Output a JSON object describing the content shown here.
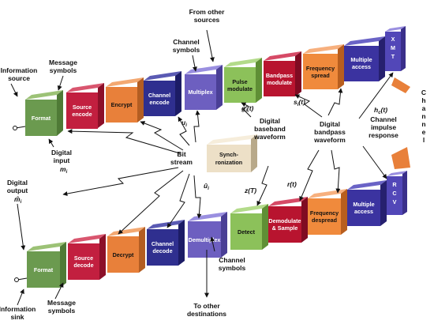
{
  "colors": {
    "green": "#6b9a4f",
    "red": "#c21f3f",
    "orange": "#e8803a",
    "blue": "#2f2f8f",
    "purple": "#6d5fc0",
    "lightgreen": "#8cc15a",
    "crimson": "#b8142f",
    "peach": "#f08a3c",
    "indigo": "#3b33a0",
    "violet": "#5247b8",
    "beige": "#ede0c7",
    "text": "#111111"
  },
  "top_chain": {
    "format": "Format",
    "source_encode": [
      "Source",
      "encode"
    ],
    "encrypt": "Encrypt",
    "channel_encode": [
      "Channel",
      "encode"
    ],
    "multiplex": "Multiplex",
    "pulse_modulate": [
      "Pulse",
      "modulate"
    ],
    "bandpass_modulate": [
      "Bandpass",
      "modulate"
    ],
    "frequency_spread": [
      "Frequency",
      "spread"
    ],
    "multiple_access": [
      "Multiple",
      "access"
    ],
    "xmt": "XMT"
  },
  "bottom_chain": {
    "format": "Format",
    "source_decode": [
      "Source",
      "decode"
    ],
    "decrypt": "Decrypt",
    "channel_decode": [
      "Channel",
      "decode"
    ],
    "demultiplex": "Demultiplex",
    "detect": "Detect",
    "demodulate_sample": [
      "Demodulate",
      "& Sample"
    ],
    "frequency_despread": [
      "Frequency",
      "despread"
    ],
    "multiple_access": [
      "Multiple",
      "access"
    ],
    "rcv": "RCV"
  },
  "center": {
    "synchronization": [
      "Synch-",
      "ronization"
    ],
    "bit_stream": [
      "Bit",
      "stream"
    ]
  },
  "labels": {
    "information_source": [
      "Information",
      "source"
    ],
    "message_symbols_top": [
      "Message",
      "symbols"
    ],
    "from_other_sources": [
      "From other",
      "sources"
    ],
    "channel_symbols_top": [
      "Channel",
      "symbols"
    ],
    "digital_input": [
      "Digital",
      "input"
    ],
    "m_i": "m",
    "u_i": "u",
    "g_i_t": "g",
    "s_i_t": "s",
    "digital_baseband_waveform": [
      "Digital",
      "baseband",
      "waveform"
    ],
    "digital_bandpass_waveform": [
      "Digital",
      "bandpass",
      "waveform"
    ],
    "h_c_t": "h",
    "channel_impulse_response": [
      "Channel",
      "impulse",
      "response"
    ],
    "channel": "Channel",
    "z_T": "z(T)",
    "r_t": "r(t)",
    "u_hat_i": "û",
    "digital_output": [
      "Digital",
      "output"
    ],
    "m_hat_i": "m̂",
    "information_sink": [
      "Information",
      "sink"
    ],
    "message_symbols_bottom": [
      "Message",
      "symbols"
    ],
    "channel_symbols_bottom": [
      "Channel",
      "symbols"
    ],
    "to_other_destinations": [
      "To other",
      "destinations"
    ]
  }
}
